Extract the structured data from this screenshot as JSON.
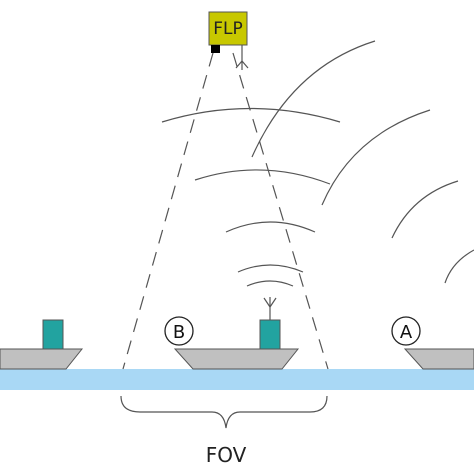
{
  "diagram": {
    "sensor_label": "FLP",
    "marker_b": "B",
    "marker_a": "A",
    "fov_label": "FOV"
  },
  "colors": {
    "sensor_box": "#c8c800",
    "water": "#a9d8f5",
    "hull": "#c0c0c0",
    "superstructure": "#22a3a0",
    "line": "#555555"
  }
}
